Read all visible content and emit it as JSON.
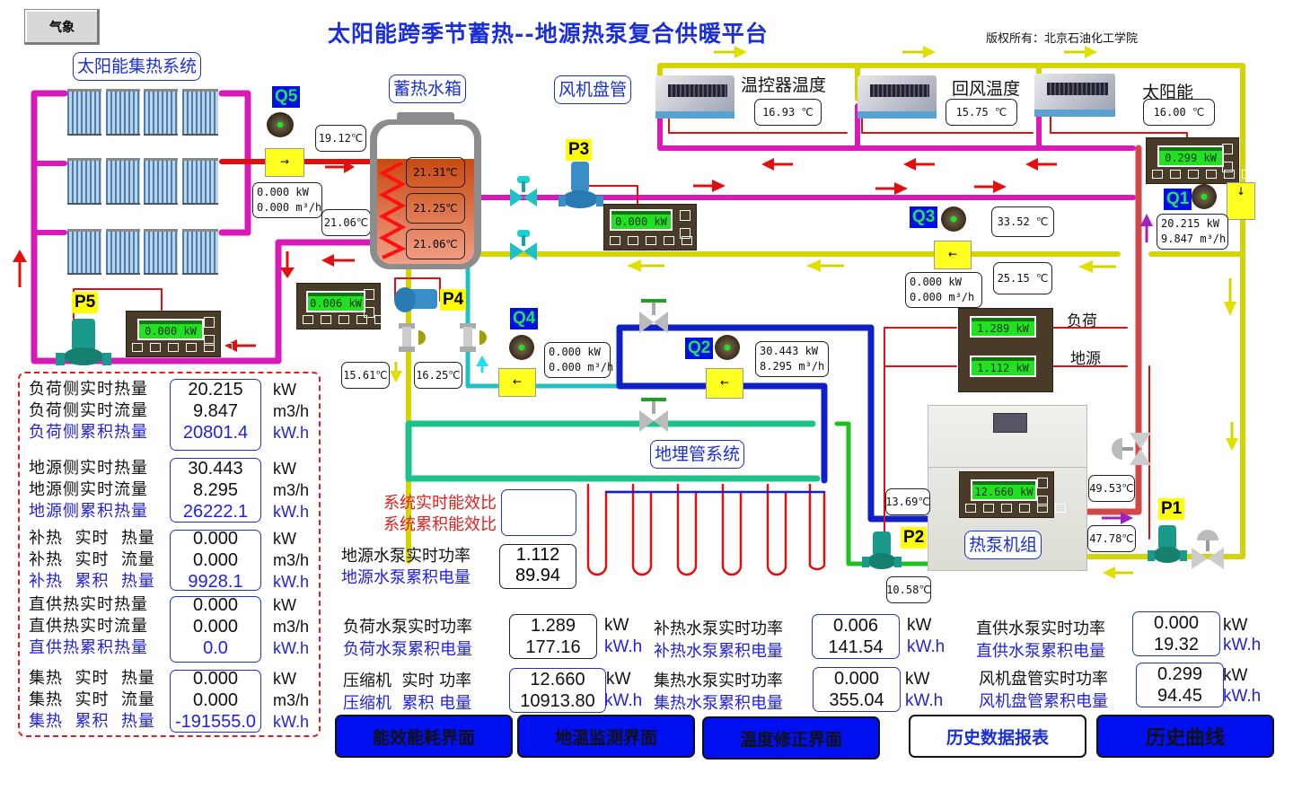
{
  "header": {
    "weather_button": "气象",
    "title": "太阳能跨季节蓄热--地源热泵复合供暖平台",
    "copyright": "版权所有：北京石油化工学院"
  },
  "sections": {
    "solar": "太阳能集热系统",
    "tank": "蓄热水箱",
    "fan_coil": "风机盘管",
    "ground": "地埋管系统",
    "heat_pump": "热泵机组"
  },
  "fan_coil_temps": [
    {
      "label": "温控器温度",
      "value": "16.93 ℃"
    },
    {
      "label": "回风温度",
      "value": "15.75 ℃"
    },
    {
      "label": "太阳能",
      "value": "16.00 ℃"
    }
  ],
  "tank_temps": [
    "21.31℃",
    "21.25℃",
    "21.06℃"
  ],
  "pipe_temps": {
    "solar_supply": "19.12℃",
    "solar_return": "21.06℃",
    "tank_out_p4": "15.61℃",
    "tank_in_q4": "16.25℃",
    "fan_coil_supply": "33.52 ℃",
    "fan_coil_return": "25.15 ℃",
    "hp_ground_in": "13.69℃",
    "hp_ground_out": "10.58℃",
    "hp_load_out": "49.53℃",
    "hp_load_in": "47.78℃"
  },
  "pumps": {
    "p1": "P1",
    "p2": "P2",
    "p3": "P3",
    "p4": "P4",
    "p5": "P5"
  },
  "flow_meters": {
    "q1": {
      "tag": "Q1",
      "power": "20.215 kW",
      "flow": "9.847 m³/h"
    },
    "q2": {
      "tag": "Q2",
      "power": "30.443 kW",
      "flow": "8.295   m³/h"
    },
    "q3": {
      "tag": "Q3",
      "power": "0.000  kW",
      "flow": "0.000  m³/h"
    },
    "q4": {
      "tag": "Q4",
      "power": "0.000  kW",
      "flow": "0.000 m³/h"
    },
    "q5": {
      "tag": "Q5",
      "power": "0.000  kW",
      "flow": "0.000 m³/h"
    }
  },
  "power_meters": {
    "p3": "0.000  kW",
    "p4": "0.006 kW",
    "p5": "0.000  kW",
    "fan": "0.299  kW",
    "load": "1.289  kW",
    "ground": "1.112  kW",
    "hp": "12.660 kW"
  },
  "meter_labels": {
    "load": "负荷",
    "ground": "地源"
  },
  "stats": [
    {
      "rows": [
        {
          "label": "负荷侧实时热量",
          "value": "20.215",
          "unit": "kW"
        },
        {
          "label": "负荷侧实时流量",
          "value": "9.847",
          "unit": "m3/h"
        },
        {
          "label": "负荷侧累积热量",
          "value": "20801.4",
          "unit": "kW.h"
        }
      ]
    },
    {
      "rows": [
        {
          "label": "地源侧实时热量",
          "value": "30.443",
          "unit": "kW"
        },
        {
          "label": "地源侧实时流量",
          "value": "8.295",
          "unit": "m3/h"
        },
        {
          "label": "地源侧累积热量",
          "value": "26222.1",
          "unit": "kW.h"
        }
      ]
    },
    {
      "rows": [
        {
          "label": "补热  实时  热量",
          "value": "0.000",
          "unit": "kW"
        },
        {
          "label": "补热  实时  流量",
          "value": "0.000",
          "unit": "m3/h"
        },
        {
          "label": "补热  累积  热量",
          "value": "9928.1",
          "unit": "kW.h"
        }
      ]
    },
    {
      "rows": [
        {
          "label": "直供热实时热量",
          "value": "0.000",
          "unit": "kW"
        },
        {
          "label": "直供热实时流量",
          "value": "0.000",
          "unit": "m3/h"
        },
        {
          "label": "直供热累积热量",
          "value": "0.0",
          "unit": "kW.h"
        }
      ]
    },
    {
      "rows": [
        {
          "label": "集热  实时  热量",
          "value": "0.000",
          "unit": "kW"
        },
        {
          "label": "集热  实时  流量",
          "value": "0.000",
          "unit": "m3/h"
        },
        {
          "label": "集热  累积  热量",
          "value": "-191555.0",
          "unit": "kW.h"
        }
      ]
    }
  ],
  "efficiency": {
    "realtime_label": "系统实时能效比",
    "cumulative_label": "系统累积能效比",
    "realtime_value": "",
    "cumulative_value": ""
  },
  "ground_pump": {
    "realtime_label": "地源水泵实时功率",
    "cumulative_label": "地源水泵累积电量",
    "realtime_value": "1.112",
    "cumulative_value": "89.94"
  },
  "power_table": [
    {
      "label1": "负荷水泵实时功率",
      "label2": "负荷水泵累积电量",
      "v1": "1.289",
      "v2": "177.16",
      "u1": "kW",
      "u2": "kW.h"
    },
    {
      "label1": "补热水泵实时功率",
      "label2": "补热水泵累积电量",
      "v1": "0.006",
      "v2": "141.54",
      "u1": "kW",
      "u2": "kW.h"
    },
    {
      "label1": "直供水泵实时功率",
      "label2": "直供水泵累积电量",
      "v1": "0.000",
      "v2": "19.32",
      "u1": "kW",
      "u2": "kW.h"
    },
    {
      "label1": "压缩机  实时 功率",
      "label2": "压缩机  累积 电量",
      "v1": "12.660",
      "v2": "10913.80",
      "u1": "kW",
      "u2": "kW.h"
    },
    {
      "label1": "集热水泵实时功率",
      "label2": "集热水泵累积电量",
      "v1": "0.000",
      "v2": "355.04",
      "u1": "kW",
      "u2": "kW.h"
    },
    {
      "label1": "风机盘管实时功率",
      "label2": "风机盘管累积电量",
      "v1": "0.299",
      "v2": "94.45",
      "u1": "kW",
      "u2": "kW.h"
    }
  ],
  "nav": {
    "energy": "能效能耗界面",
    "ground_temp": "地温监测界面",
    "temp_correction": "温度修正界面",
    "history_report": "历史数据报表",
    "history_curve": "历史曲线"
  },
  "colors": {
    "title_blue": "#1a2fd6",
    "pipe_magenta": "#d81ab8",
    "pipe_yellow": "#e0e000",
    "pipe_red": "#e01010",
    "pipe_cyan": "#20c0c8",
    "pipe_blue": "#1020c8",
    "pipe_green": "#20c020",
    "lcd_green": "#22e022",
    "nav_blue": "#0010f0"
  }
}
